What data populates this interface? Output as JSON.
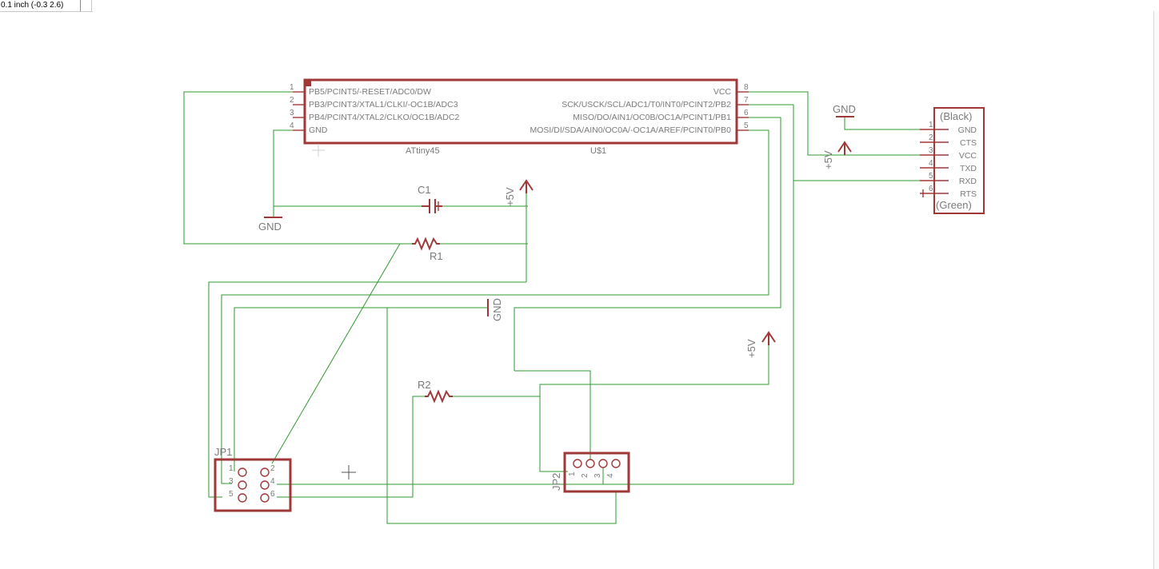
{
  "status": {
    "coordinates": "0.1 inch (-0.3 2.6)"
  },
  "u1": {
    "name": "ATtiny45",
    "ref": "U$1",
    "left_pins": [
      {
        "num": "1",
        "label": "PB5/PCINT5/-RESET/ADC0/DW"
      },
      {
        "num": "2",
        "label": "PB3/PCINT3/XTAL1/CLKI/-OC1B/ADC3"
      },
      {
        "num": "3",
        "label": "PB4/PCINT4/XTAL2/CLKO/OC1B/ADC2"
      },
      {
        "num": "4",
        "label": "GND"
      }
    ],
    "right_pins": [
      {
        "num": "8",
        "label": "VCC"
      },
      {
        "num": "7",
        "label": "SCK/USCK/SCL/ADC1/T0/INT0/PCINT2/PB2"
      },
      {
        "num": "6",
        "label": "MISO/DO/AIN1/OC0B/OC1A/PCINT1/PB1"
      },
      {
        "num": "5",
        "label": "MOSI/DI/SDA/AIN0/OC0A/-OC1A/AREF/PCINT0/PB0"
      }
    ]
  },
  "ftdi": {
    "top_label": "(Black)",
    "bottom_label": "(Green)",
    "pins": [
      {
        "num": "1",
        "label": "GND"
      },
      {
        "num": "2",
        "label": "CTS"
      },
      {
        "num": "3",
        "label": "VCC"
      },
      {
        "num": "4",
        "label": "TXD"
      },
      {
        "num": "5",
        "label": "RXD"
      },
      {
        "num": "6",
        "label": "RTS"
      }
    ]
  },
  "c1": {
    "ref": "C1"
  },
  "r1": {
    "ref": "R1"
  },
  "r2": {
    "ref": "R2"
  },
  "jp1": {
    "ref": "JP1",
    "pins": [
      "1",
      "2",
      "3",
      "4",
      "5",
      "6"
    ]
  },
  "jp2": {
    "ref": "JP2",
    "pins": [
      "1",
      "2",
      "3",
      "4"
    ]
  },
  "power": {
    "gnd_top": "GND",
    "gnd_left": "GND",
    "gnd_mid": "GND",
    "vcc_ftdi": "+5V",
    "vcc_c1": "+5V",
    "vcc_right": "+5V"
  },
  "colors": {
    "wire": "#2e9a2e",
    "part": "#a03838",
    "text": "#7a7a7a"
  }
}
